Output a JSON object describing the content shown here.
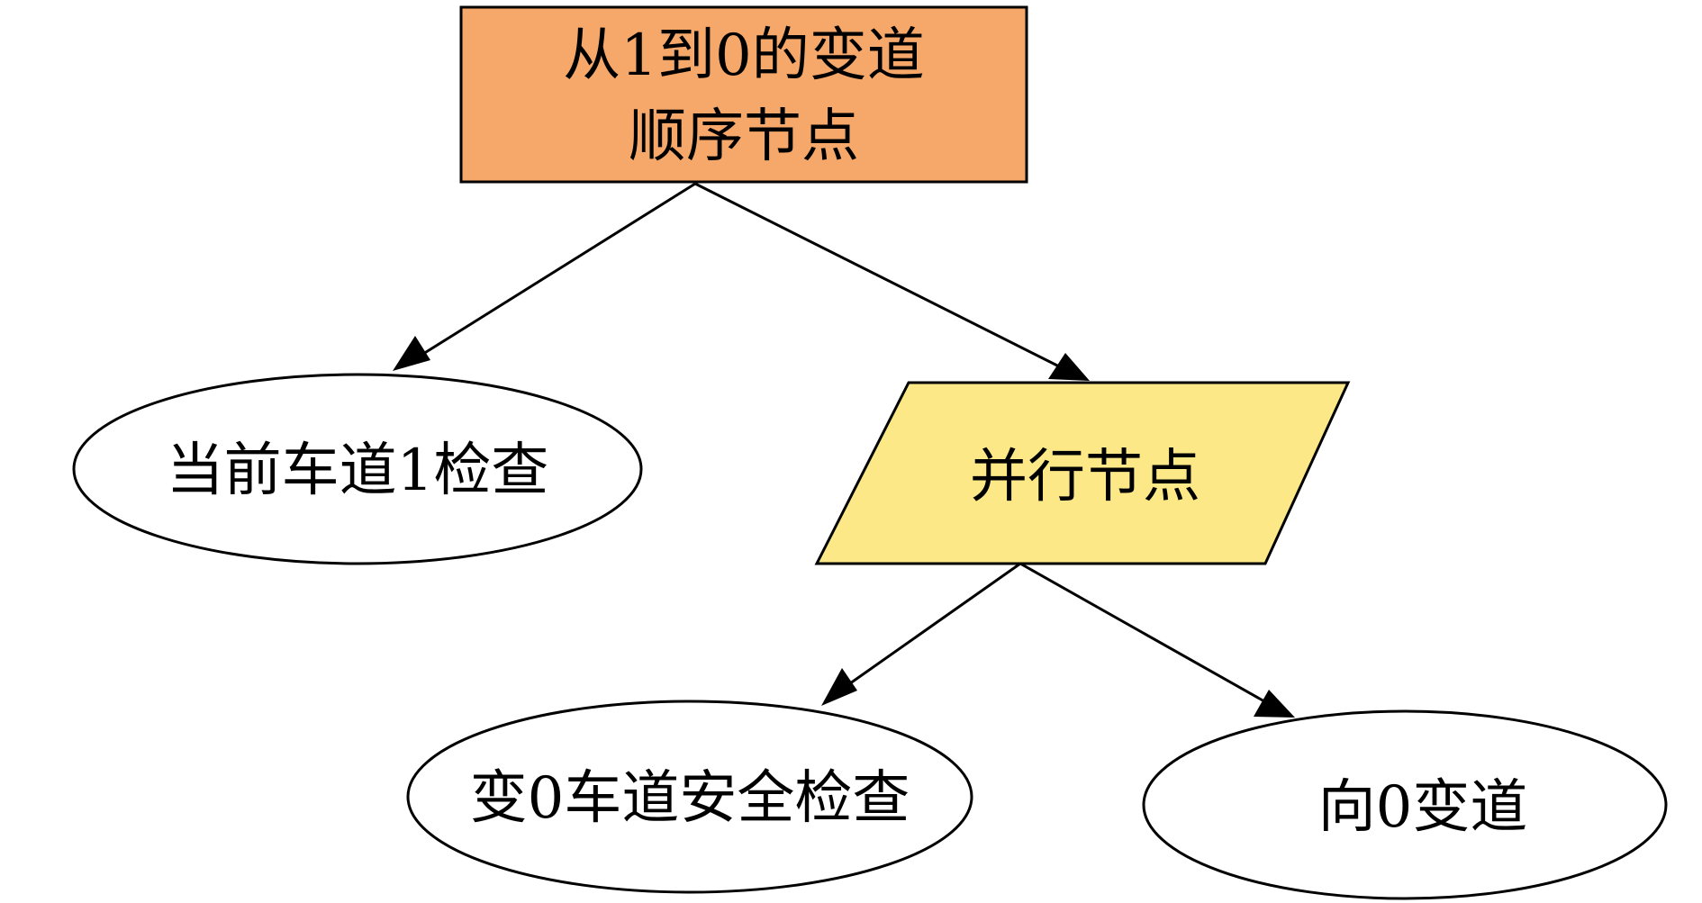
{
  "diagram": {
    "type": "behavior-tree",
    "colors": {
      "sequence_fill": "#F6A86A",
      "parallel_fill": "#FDE887",
      "condition_fill": "#FFFFFF",
      "line": "#000000"
    },
    "nodes": {
      "root": {
        "shape": "rectangle",
        "line1": "从1到0的变道",
        "line2": "顺序节点"
      },
      "check_current_lane": {
        "shape": "ellipse",
        "label": "当前车道1检查"
      },
      "parallel": {
        "shape": "parallelogram",
        "label": "并行节点"
      },
      "safety_check": {
        "shape": "ellipse",
        "label": "变0车道安全检查"
      },
      "change_lane": {
        "shape": "ellipse",
        "label": "向0变道"
      }
    },
    "edges": [
      {
        "from": "root",
        "to": "check_current_lane"
      },
      {
        "from": "root",
        "to": "parallel"
      },
      {
        "from": "parallel",
        "to": "safety_check"
      },
      {
        "from": "parallel",
        "to": "change_lane"
      }
    ]
  }
}
